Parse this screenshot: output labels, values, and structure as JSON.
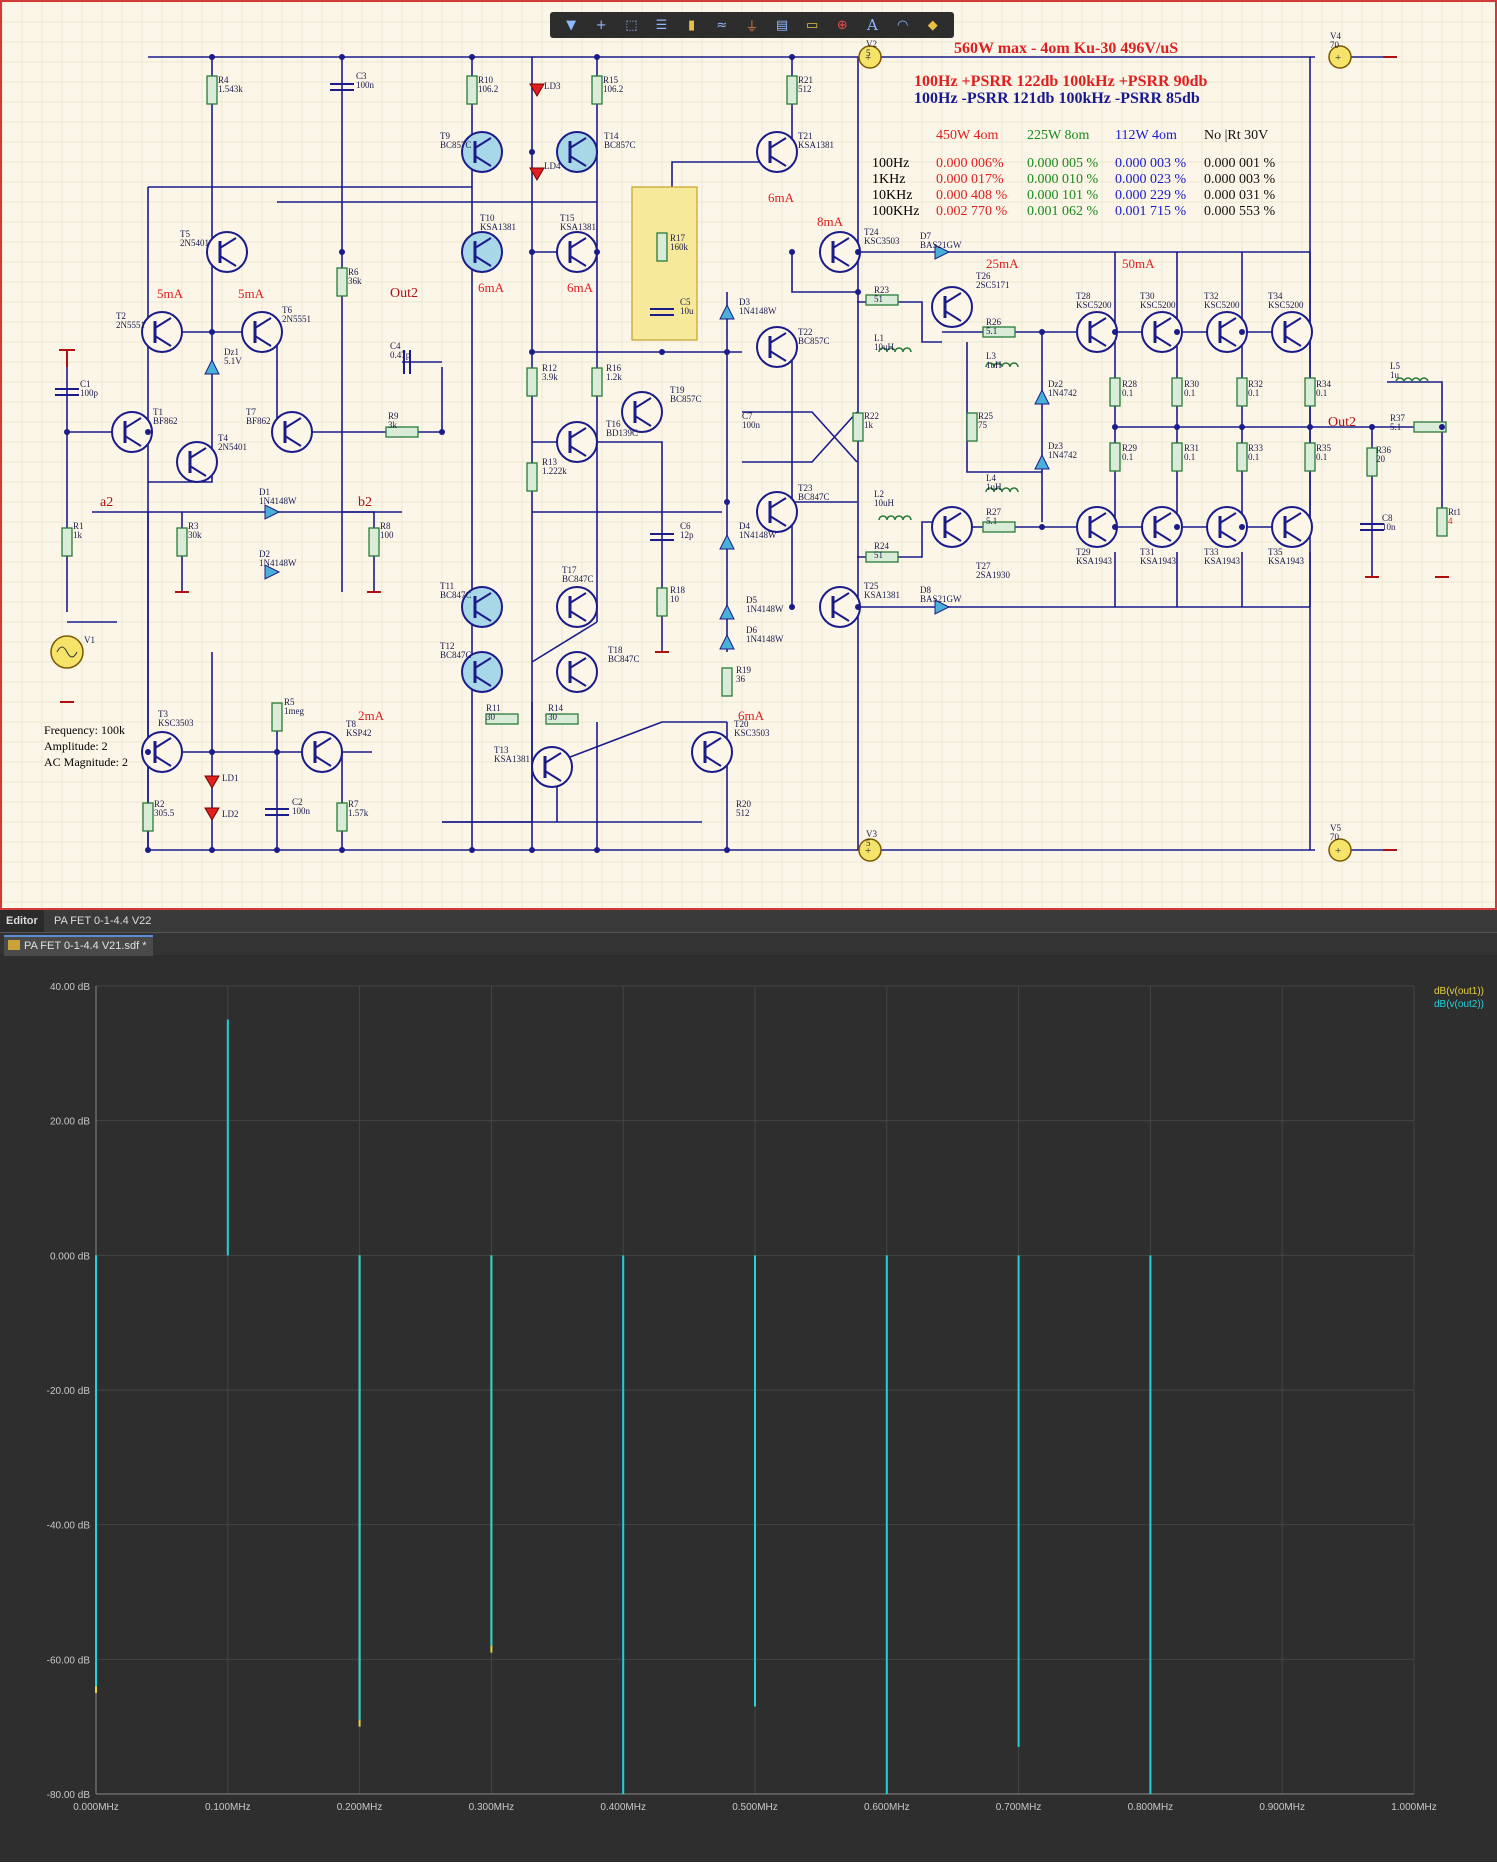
{
  "toolbar": {
    "icons": [
      "filter-icon",
      "crosshair-icon",
      "select-rect-icon",
      "align-icon",
      "component-icon",
      "wire-icon",
      "ground-icon",
      "bus-icon",
      "port-icon",
      "power-icon",
      "text-A-icon",
      "arc-icon",
      "netflag-icon"
    ],
    "text_tool": "A"
  },
  "schematic": {
    "headline": "560W max - 4om  Ku-30  496V/uS",
    "psrr_line1": "100Hz  +PSRR  122db   100kHz  +PSRR   90db",
    "psrr_line2": "100Hz   -PSRR  121db   100kHz   -PSRR   85db",
    "thd_table": {
      "headers": [
        "450W 4om",
        "225W 8om",
        "112W 4om",
        "No |Rt 30V"
      ],
      "rows": [
        {
          "freq": "100Hz",
          "v": [
            "0.000 006%",
            "0.000 005 %",
            "0.000 003 %",
            "0.000 001 %"
          ]
        },
        {
          "freq": "1KHz",
          "v": [
            "0.000 017%",
            "0.000 010 %",
            "0.000 023 %",
            "0.000 003 %"
          ]
        },
        {
          "freq": "10KHz",
          "v": [
            "0.000 408 %",
            "0.000 101 %",
            "0.000 229 %",
            "0.000 031 %"
          ]
        },
        {
          "freq": "100KHz",
          "v": [
            "0.002 770 %",
            "0.001 062 %",
            "0.001 715 %",
            "0.000 553 %"
          ]
        }
      ],
      "colors": [
        "#e02020",
        "#1a8a1a",
        "#1a1acc",
        "#111111"
      ]
    },
    "source_info": [
      "Frequency: 100k",
      "Amplitude: 2",
      "AC Magnitude: 2"
    ],
    "currents": {
      "t2": "5mA",
      "t6": "5mA",
      "t10": "6mA",
      "t15": "6mA",
      "t21": "6mA",
      "t24": "8mA",
      "t26": "25mA",
      "t28": "50mA",
      "t8": "2mA",
      "t20": "6mA"
    },
    "nets": {
      "a2": "a2",
      "b2": "b2",
      "out2_left": "Out2",
      "out2_right": "Out2"
    },
    "components": [
      {
        "id": "R4",
        "val": "1.543k"
      },
      {
        "id": "C3",
        "val": "100n"
      },
      {
        "id": "R10",
        "val": "106.2"
      },
      {
        "id": "LD3",
        "val": ""
      },
      {
        "id": "R15",
        "val": "106.2"
      },
      {
        "id": "R21",
        "val": "512"
      },
      {
        "id": "V2",
        "val": "5"
      },
      {
        "id": "V4",
        "val": "70"
      },
      {
        "id": "T9",
        "val": "BC857C"
      },
      {
        "id": "T14",
        "val": "BC857C"
      },
      {
        "id": "LD4",
        "val": ""
      },
      {
        "id": "T21",
        "val": "KSA1381"
      },
      {
        "id": "T10",
        "val": "KSA1381"
      },
      {
        "id": "T15",
        "val": "KSA1381"
      },
      {
        "id": "T5",
        "val": "2N5401"
      },
      {
        "id": "R17",
        "val": "160k"
      },
      {
        "id": "T24",
        "val": "KSC3503"
      },
      {
        "id": "D7",
        "val": "BAS21GW"
      },
      {
        "id": "R6",
        "val": "36k"
      },
      {
        "id": "C5",
        "val": "10u"
      },
      {
        "id": "T2",
        "val": "2N5551"
      },
      {
        "id": "T6",
        "val": "2N5551"
      },
      {
        "id": "D3",
        "val": "1N4148W"
      },
      {
        "id": "R23",
        "val": "51"
      },
      {
        "id": "T26",
        "val": "2SC5171"
      },
      {
        "id": "T22",
        "val": "BC857C"
      },
      {
        "id": "C4",
        "val": "0.47p"
      },
      {
        "id": "Dz1",
        "val": "5.1V"
      },
      {
        "id": "L1",
        "val": "10uH"
      },
      {
        "id": "R26",
        "val": "5.1"
      },
      {
        "id": "L3",
        "val": "1uH"
      },
      {
        "id": "R12",
        "val": "3.9k"
      },
      {
        "id": "R16",
        "val": "1.2k"
      },
      {
        "id": "T19",
        "val": "BC857C"
      },
      {
        "id": "C1",
        "val": "100p"
      },
      {
        "id": "T1",
        "val": "BF862"
      },
      {
        "id": "T7",
        "val": "BF862"
      },
      {
        "id": "R9",
        "val": "3k"
      },
      {
        "id": "C7",
        "val": "100n"
      },
      {
        "id": "R22",
        "val": "1k"
      },
      {
        "id": "R25",
        "val": "75"
      },
      {
        "id": "Dz2",
        "val": "1N4742"
      },
      {
        "id": "T16",
        "val": "BD139C"
      },
      {
        "id": "T4",
        "val": "2N5401"
      },
      {
        "id": "Dz3",
        "val": "1N4742"
      },
      {
        "id": "R13",
        "val": "1.222k"
      },
      {
        "id": "L4",
        "val": "1uH"
      },
      {
        "id": "R27",
        "val": "5.1"
      },
      {
        "id": "D1",
        "val": "1N4148W"
      },
      {
        "id": "T23",
        "val": "BC847C"
      },
      {
        "id": "L2",
        "val": "10uH"
      },
      {
        "id": "R1",
        "val": "1k"
      },
      {
        "id": "R3",
        "val": "30k"
      },
      {
        "id": "R8",
        "val": "100"
      },
      {
        "id": "C6",
        "val": "12p"
      },
      {
        "id": "D4",
        "val": "1N4148W"
      },
      {
        "id": "R24",
        "val": "51"
      },
      {
        "id": "T27",
        "val": "2SA1930"
      },
      {
        "id": "D2",
        "val": "1N4148W"
      },
      {
        "id": "T11",
        "val": "BC847C"
      },
      {
        "id": "T17",
        "val": "BC847C"
      },
      {
        "id": "R18",
        "val": "10"
      },
      {
        "id": "T25",
        "val": "KSA1381"
      },
      {
        "id": "D8",
        "val": "BAS21GW"
      },
      {
        "id": "D5",
        "val": "1N4148W"
      },
      {
        "id": "D6",
        "val": "1N4148W"
      },
      {
        "id": "T12",
        "val": "BC847C"
      },
      {
        "id": "T18",
        "val": "BC847C"
      },
      {
        "id": "V1",
        "val": ""
      },
      {
        "id": "R19",
        "val": "36"
      },
      {
        "id": "R5",
        "val": "1meg"
      },
      {
        "id": "T3",
        "val": "KSC3503"
      },
      {
        "id": "T8",
        "val": "KSP42"
      },
      {
        "id": "R11",
        "val": "30"
      },
      {
        "id": "R14",
        "val": "30"
      },
      {
        "id": "T13",
        "val": "KSA1381"
      },
      {
        "id": "T20",
        "val": "KSC3503"
      },
      {
        "id": "LD1",
        "val": ""
      },
      {
        "id": "R2",
        "val": "305.5"
      },
      {
        "id": "C2",
        "val": "100n"
      },
      {
        "id": "R7",
        "val": "1.57k"
      },
      {
        "id": "LD2",
        "val": ""
      },
      {
        "id": "R20",
        "val": "512"
      },
      {
        "id": "V3",
        "val": "5"
      },
      {
        "id": "V5",
        "val": "70"
      },
      {
        "id": "T28",
        "val": "KSC5200"
      },
      {
        "id": "T30",
        "val": "KSC5200"
      },
      {
        "id": "T32",
        "val": "KSC5200"
      },
      {
        "id": "T34",
        "val": "KSC5200"
      },
      {
        "id": "R28",
        "val": "0.1"
      },
      {
        "id": "R30",
        "val": "0.1"
      },
      {
        "id": "R32",
        "val": "0.1"
      },
      {
        "id": "R34",
        "val": "0.1"
      },
      {
        "id": "R29",
        "val": "0.1"
      },
      {
        "id": "R31",
        "val": "0.1"
      },
      {
        "id": "R33",
        "val": "0.1"
      },
      {
        "id": "R35",
        "val": "0.1"
      },
      {
        "id": "T29",
        "val": "KSA1943"
      },
      {
        "id": "T31",
        "val": "KSA1943"
      },
      {
        "id": "T33",
        "val": "KSA1943"
      },
      {
        "id": "T35",
        "val": "KSA1943"
      },
      {
        "id": "L5",
        "val": "1u"
      },
      {
        "id": "R37",
        "val": "5.1"
      },
      {
        "id": "R36",
        "val": "20"
      },
      {
        "id": "C8",
        "val": "10n"
      },
      {
        "id": "Rt1",
        "val": "4"
      }
    ]
  },
  "editor": {
    "top_tab_label": "Editor",
    "doc_tab_label": "PA FET 0-1-4.4 V22",
    "file_tab_label": "PA FET 0-1-4.4 V21.sdf *"
  },
  "chart_data": {
    "type": "bar",
    "title": "",
    "xlabel": "",
    "ylabel": "",
    "x_unit": "MHz",
    "y_unit": "dB",
    "xlim": [
      0.0,
      1.0
    ],
    "ylim": [
      -80,
      40
    ],
    "x_ticks": [
      "0.000MHz",
      "0.100MHz",
      "0.200MHz",
      "0.300MHz",
      "0.400MHz",
      "0.500MHz",
      "0.600MHz",
      "0.700MHz",
      "0.800MHz",
      "0.900MHz",
      "1.000MHz"
    ],
    "y_ticks": [
      "40.00 dB",
      "20.00 dB",
      "0.000 dB",
      "-20.00 dB",
      "-40.00 dB",
      "-60.00 dB",
      "-80.00 dB"
    ],
    "grid": true,
    "legend_position": "top-right",
    "series": [
      {
        "name": "dB(v(out1))",
        "color": "#e8d040",
        "x": [
          0.0,
          0.2,
          0.3
        ],
        "values": [
          -65,
          -70,
          -59
        ]
      },
      {
        "name": "dB(v(out2))",
        "color": "#1fd2d8",
        "x": [
          0.0,
          0.1,
          0.2,
          0.3,
          0.4,
          0.5,
          0.6,
          0.7,
          0.8
        ],
        "values": [
          -64,
          35,
          -69,
          -58,
          -80,
          -67,
          -80,
          -73,
          -80
        ]
      }
    ]
  }
}
